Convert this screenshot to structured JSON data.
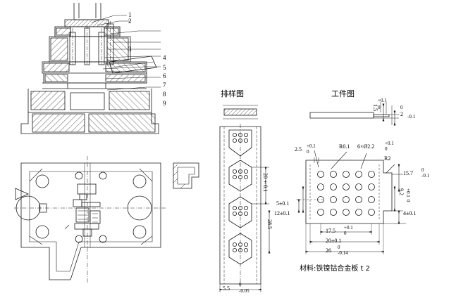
{
  "figure": {
    "titles": {
      "layout_view": "排样图",
      "part_view": "工件图"
    },
    "material_note": "材料:铁镍钴合金板 t 2",
    "assembly_callouts": [
      "1",
      "2",
      "3",
      "4",
      "5",
      "6",
      "7",
      "8",
      "9"
    ],
    "dimensions": {
      "part_thickness_top": "1.5",
      "part_thickness_tol_up": "+0.1",
      "part_thickness_tol_dn": "0",
      "part_right_0": "0",
      "part_right_2": "2",
      "part_right_tol": "-0.1",
      "strip_pitch": "20±0.1",
      "strip_width": "28.5",
      "strip_bottom": "5.5",
      "strip_bottom_tol_up": "0",
      "strip_bottom_tol_dn": "-0.05",
      "hole_2p5": "2.5",
      "hole_2p5_tol_up": "+0.1",
      "hole_2p5_tol_dn": "0",
      "radius_r01": "R0.1",
      "holes_6x": "6×Ø2.2",
      "holes_6x_tol_up": "+0.1",
      "holes_6x_tol_dn": "0",
      "radius_r2": "R2",
      "dim_15p7": "15.7",
      "dim_15p7_tol_up": "0",
      "dim_15p7_tol_dn": "-0.1",
      "dim_9p2": "9.2",
      "dim_9p2_tol_up": "+0.1",
      "dim_9p2_tol_dn": "0",
      "dim_4": "4±0.1",
      "dim_5": "5±0.1",
      "dim_12": "12±0.1",
      "dim_17p5": "17.5",
      "dim_17p5_tol_up": "+0.1",
      "dim_17p5_tol_dn": "0",
      "dim_20": "20±0.1",
      "dim_26": "26",
      "dim_26_tol_up": "0",
      "dim_26_tol_dn": "-0.14"
    },
    "colors": {
      "line": "#1a1a1a",
      "background": "#ffffff",
      "hatch": "#1a1a1a"
    }
  }
}
